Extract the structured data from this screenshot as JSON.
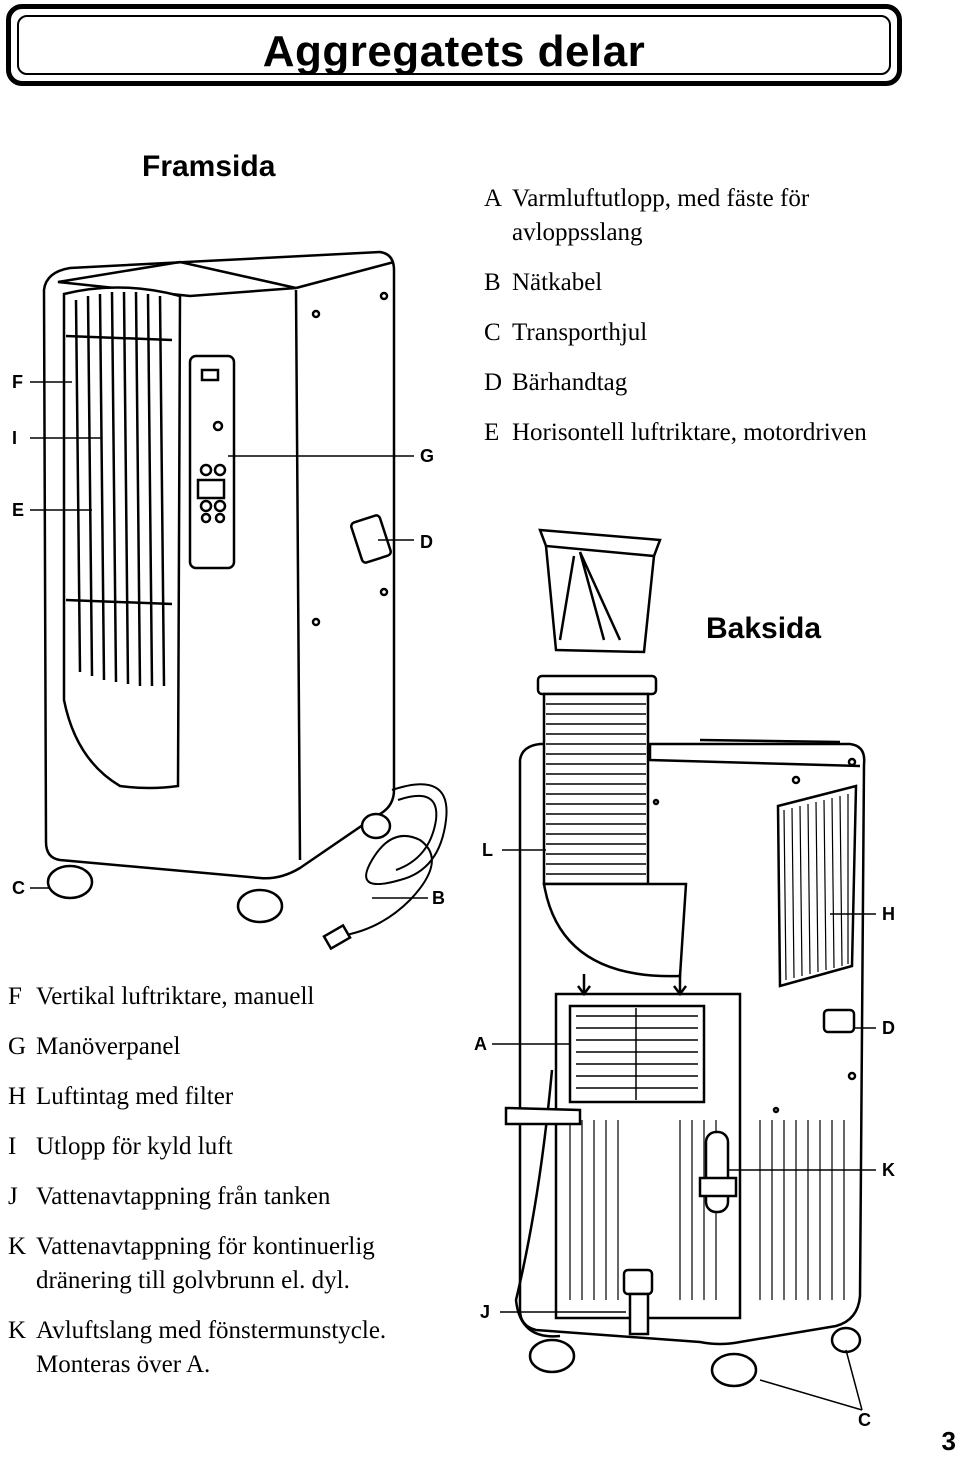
{
  "page": {
    "title": "Aggregatets delar",
    "front_heading": "Framsida",
    "back_heading": "Baksida",
    "page_number": "3"
  },
  "legend_top": [
    {
      "key": "A",
      "text": "Varmluftutlopp, med fäste för avloppsslang"
    },
    {
      "key": "B",
      "text": "Nätkabel"
    },
    {
      "key": "C",
      "text": "Transporthjul"
    },
    {
      "key": "D",
      "text": "Bärhandtag"
    },
    {
      "key": "E",
      "text": "Horisontell luftriktare, motordriven"
    }
  ],
  "legend_bottom": [
    {
      "key": "F",
      "text": "Vertikal luftriktare, manuell"
    },
    {
      "key": "G",
      "text": "Manöverpanel"
    },
    {
      "key": "H",
      "text": "Luftintag med filter"
    },
    {
      "key": "I",
      "text": "Utlopp för kyld luft"
    },
    {
      "key": "J",
      "text": "Vattenavtappning från tanken"
    },
    {
      "key": "K",
      "text": "Vattenavtappning för kontinuerlig dränering till golvbrunn el. dyl."
    },
    {
      "key": "K",
      "text": "Avluftslang med fönstermunstycle. Monteras över A."
    }
  ],
  "callouts_front": {
    "F": "F",
    "I": "I",
    "E": "E",
    "G": "G",
    "D": "D",
    "C": "C",
    "B": "B"
  },
  "callouts_back": {
    "L": "L",
    "H": "H",
    "A": "A",
    "D": "D",
    "K": "K",
    "J": "J",
    "C": "C"
  }
}
